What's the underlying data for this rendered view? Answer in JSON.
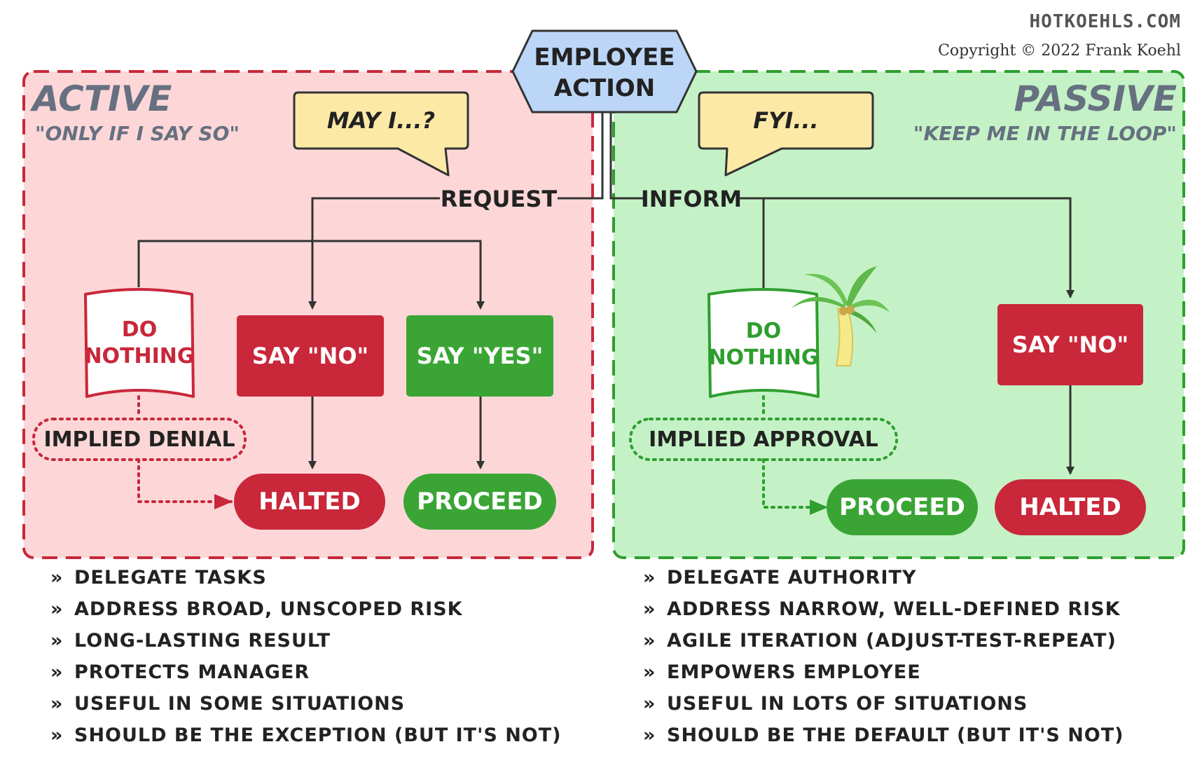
{
  "site": "HOTKOEHLS.COM",
  "copyright": "Copyright © 2022 Frank Koehl",
  "root": {
    "line1": "EMPLOYEE",
    "line2": "ACTION"
  },
  "active": {
    "title": "ACTIVE",
    "subtitle": "\"ONLY IF I SAY SO\"",
    "bubble": "MAY I...?",
    "branch_label": "REQUEST",
    "do_nothing": {
      "line1": "DO",
      "line2": "NOTHING"
    },
    "implied": "IMPLIED DENIAL",
    "say_no": "SAY \"NO\"",
    "say_yes": "SAY \"YES\"",
    "halted": "HALTED",
    "proceed": "PROCEED",
    "bullets": [
      "DELEGATE TASKS",
      "ADDRESS BROAD, UNSCOPED RISK",
      "LONG-LASTING RESULT",
      "PROTECTS MANAGER",
      "USEFUL IN SOME SITUATIONS",
      "SHOULD BE THE EXCEPTION (BUT IT'S NOT)"
    ]
  },
  "passive": {
    "title": "PASSIVE",
    "subtitle": "\"KEEP ME IN THE LOOP\"",
    "bubble": "FYI...",
    "branch_label": "INFORM",
    "do_nothing": {
      "line1": "DO",
      "line2": "NOTHING"
    },
    "implied": "IMPLIED APPROVAL",
    "say_no": "SAY \"NO\"",
    "proceed": "PROCEED",
    "halted": "HALTED",
    "bullets": [
      "DELEGATE AUTHORITY",
      "ADDRESS NARROW, WELL-DEFINED RISK",
      "AGILE ITERATION (ADJUST-TEST-REPEAT)",
      "EMPOWERS EMPLOYEE",
      "USEFUL IN LOTS OF SITUATIONS",
      "SHOULD BE THE DEFAULT (BUT IT'S NOT)"
    ]
  },
  "bullet_mark": "»",
  "colors": {
    "active_bg": "#fdd7d8",
    "active_border": "#c8283a",
    "passive_bg": "#c4f2c6",
    "passive_border": "#2e9e2e",
    "red": "#c9273a",
    "green": "#3aa535",
    "note": "#fde9a6",
    "root": "#bcd6f7"
  },
  "icons": [
    "palm-tree-icon"
  ]
}
